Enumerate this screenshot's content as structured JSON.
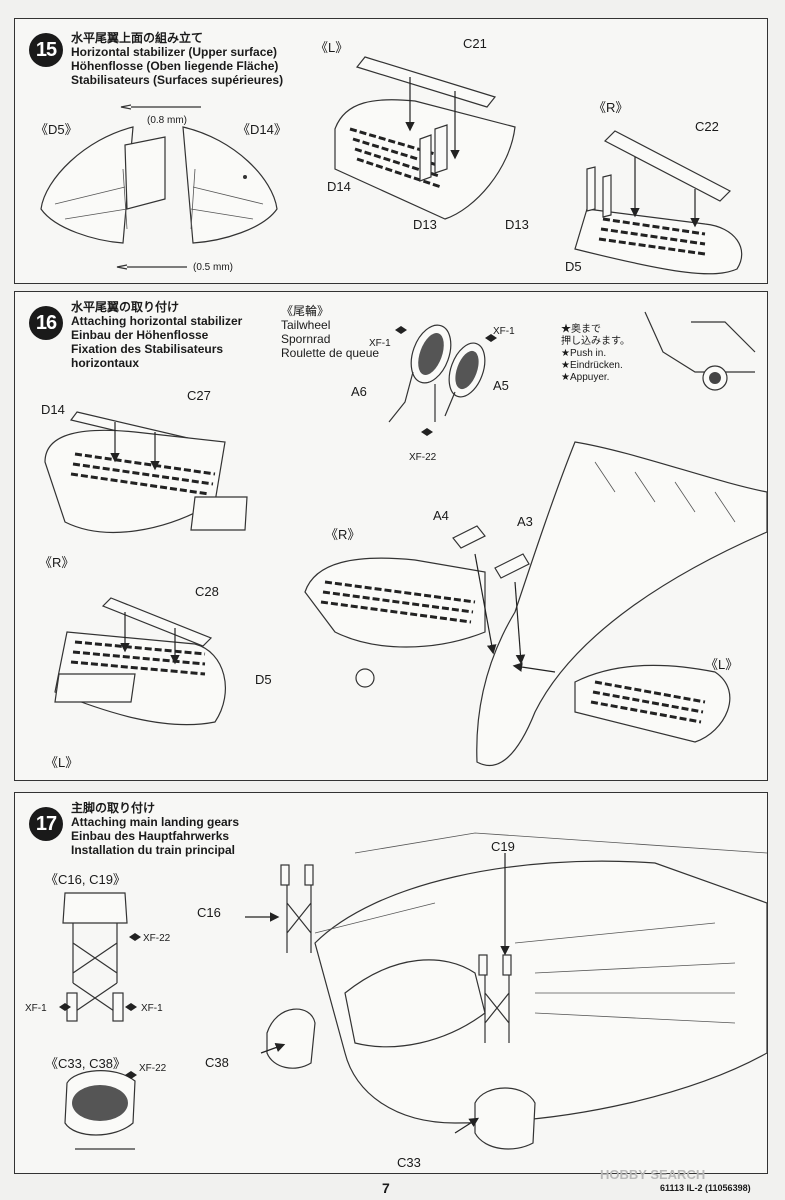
{
  "step15": {
    "number": "15",
    "title_jp": "水平尾翼上面の組み立て",
    "title_en": "Horizontal stabilizer (Upper surface)",
    "title_de": "Höhenflosse (Oben liegende Fläche)",
    "title_fr": "Stabilisateurs (Surfaces supérieures)",
    "view_left": "《D5》",
    "view_right": "《D14》",
    "drill_top": "(0.8 mm)",
    "drill_bottom": "(0.5 mm)",
    "side_l": "《L》",
    "side_r": "《R》",
    "parts": {
      "c21": "C21",
      "c22": "C22",
      "d14": "D14",
      "d13a": "D13",
      "d13b": "D13",
      "d5": "D5"
    }
  },
  "step16": {
    "number": "16",
    "title_jp": "水平尾翼の取り付け",
    "title_en": "Attaching horizontal stabilizer",
    "title_de": "Einbau der Höhenflosse",
    "title_fr": "Fixation des Stabilisateurs",
    "title_fr2": "horizontaux",
    "tailwheel_jp": "《尾輪》",
    "tailwheel_en": "Tailwheel",
    "tailwheel_de": "Spornrad",
    "tailwheel_fr": "Roulette de queue",
    "paint_xf1a": "XF-1",
    "paint_xf1b": "XF-1",
    "paint_xf22": "XF-22",
    "push_jp1": "★奥まで",
    "push_jp2": "押し込みます。",
    "push_en": "★Push in.",
    "push_de": "★Eindrücken.",
    "push_fr": "★Appuyer.",
    "parts": {
      "a6": "A6",
      "a5": "A5",
      "a4": "A4",
      "a3": "A3",
      "d14": "D14",
      "c27": "C27",
      "c28": "C28",
      "d5": "D5"
    },
    "side_r1": "《R》",
    "side_r2": "《R》",
    "side_l1": "《L》",
    "side_l2": "《L》"
  },
  "step17": {
    "number": "17",
    "title_jp": "主脚の取り付け",
    "title_en": "Attaching main landing gears",
    "title_de": "Einbau des Hauptfahrwerks",
    "title_fr": "Installation du train principal",
    "sub1": "《C16, C19》",
    "sub2": "《C33, C38》",
    "paint_xf22a": "XF-22",
    "paint_xf1a": "XF-1",
    "paint_xf1b": "XF-1",
    "paint_xf22b": "XF-22",
    "parts": {
      "c16": "C16",
      "c19": "C19",
      "c38": "C38",
      "c33": "C33"
    }
  },
  "footer": {
    "page_number": "7",
    "product_code": "61113  IL-2 (11056398)",
    "watermark": "HOBBY SEARCH"
  }
}
